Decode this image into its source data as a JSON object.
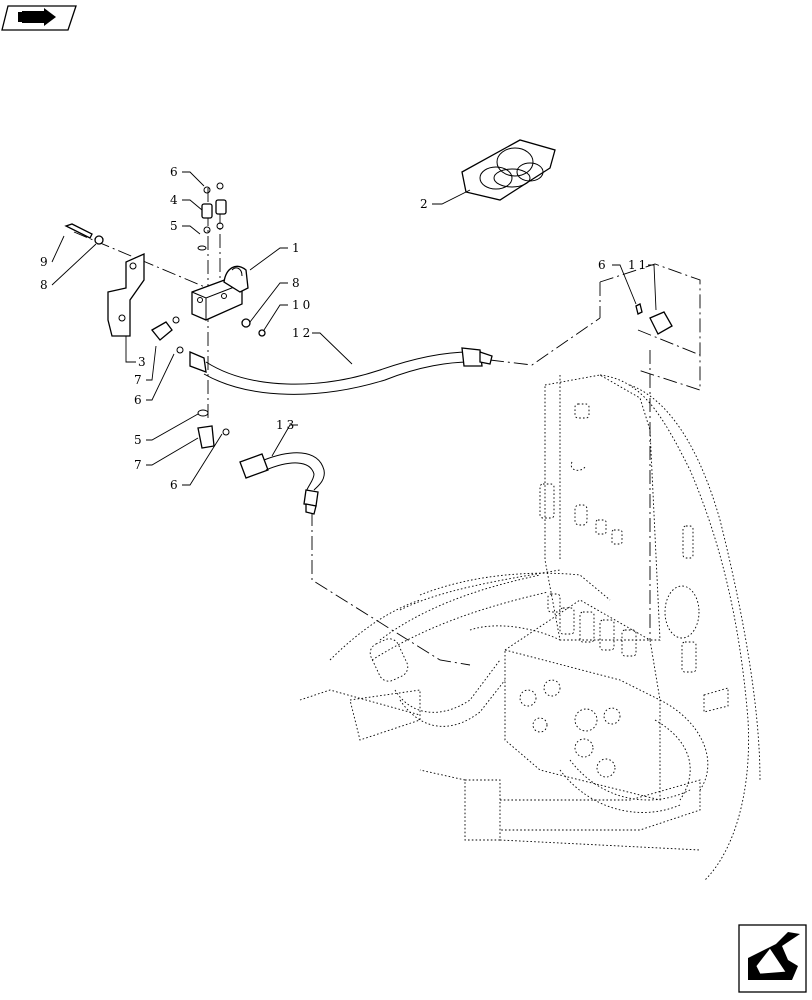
{
  "navigation": {
    "prev_icon": "hand-pointing-right-icon",
    "next_icon": "arrow-box-icon"
  },
  "callouts": {
    "c1": "1",
    "c2": "2",
    "c3": "3",
    "c4": "4",
    "c5a": "5",
    "c5b": "5",
    "c6a": "6",
    "c6b": "6",
    "c6c": "6",
    "c6d": "6",
    "c7a": "7",
    "c7b": "7",
    "c8a": "8",
    "c8b": "8",
    "c9": "9",
    "c10": "10",
    "c11": "11",
    "c12": "12",
    "c13": "13"
  }
}
